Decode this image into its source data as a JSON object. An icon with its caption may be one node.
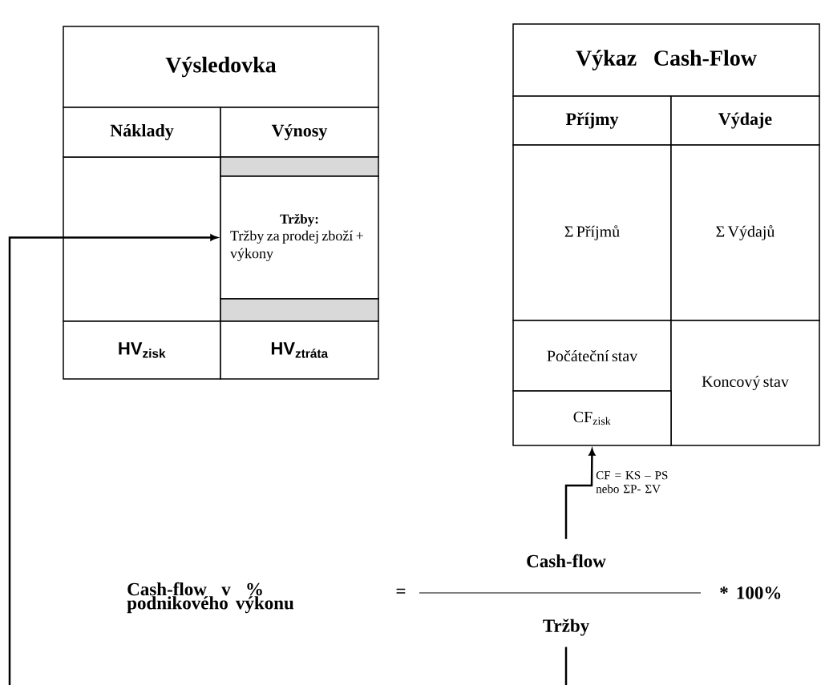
{
  "diagram": {
    "nodes": [
      {
        "text": [
          "Výsledovka"
        ]
      },
      {
        "text": [
          "Náklady"
        ]
      },
      {
        "text": [
          "Výnosy"
        ]
      },
      {
        "text": [],
        "shape": "bar"
      },
      {
        "text": [
          "Tržby:",
          "Tržby za prodej zboží + výkony"
        ]
      },
      {
        "text": [],
        "shape": "bar"
      },
      {
        "text": [
          "HV$_{zisk}$"
        ]
      },
      {
        "text": [
          "HV$_{ztráta}$"
        ]
      },
      {
        "text": [
          "Výkaz Cash-Flow"
        ]
      },
      {
        "text": [
          "Příjmy"
        ]
      },
      {
        "text": [
          "Výdaje"
        ]
      },
      {
        "text": [
          "Σ Příjmů"
        ]
      },
      {
        "text": [
          "Σ Výdajů"
        ]
      },
      {
        "text": [
          "Počáteční stav"
        ]
      },
      {
        "text": [
          "Koncový stav"
        ]
      },
      {
        "text": [
          "CF$_{zisk}$"
        ]
      },
      {
        "text": [
          "Cash-flow"
        ]
      },
      {
        "text": [
          "Tržby"
        ]
      }
    ],
    "edges": [
      {
        "from": 17,
        "to": 4,
        "arrow": "to"
      },
      {
        "from": 16,
        "to": 15,
        "arrow": "to",
        "label": "CF = KS – PS nebo ΣP- ΣV"
      }
    ],
    "labels": [
      "Cash-flow v % podnikového výkonu",
      "=",
      "* 100%"
    ]
  }
}
